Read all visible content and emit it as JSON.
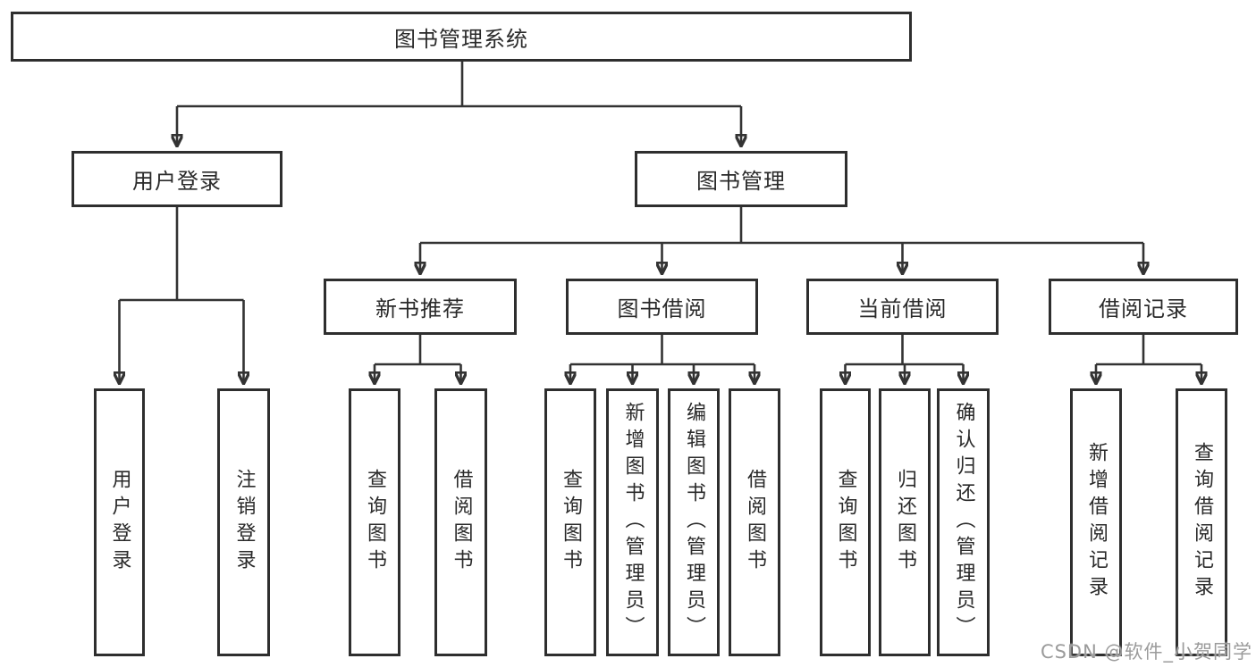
{
  "diagram": {
    "root": {
      "label": "图书管理系统"
    },
    "branches": [
      {
        "label": "用户登录",
        "children": [
          {
            "label": "用户登录"
          },
          {
            "label": "注销登录"
          }
        ]
      },
      {
        "label": "图书管理",
        "children": [
          {
            "label": "新书推荐",
            "children": [
              {
                "label": "查询图书"
              },
              {
                "label": "借阅图书"
              }
            ]
          },
          {
            "label": "图书借阅",
            "children": [
              {
                "label": "查询图书"
              },
              {
                "label": "新增图书（管理员）"
              },
              {
                "label": "编辑图书（管理员）"
              },
              {
                "label": "借阅图书"
              }
            ]
          },
          {
            "label": "当前借阅",
            "children": [
              {
                "label": "查询图书"
              },
              {
                "label": "归还图书"
              },
              {
                "label": "确认归还（管理员）"
              }
            ]
          },
          {
            "label": "借阅记录",
            "children": [
              {
                "label": "新增借阅记录"
              },
              {
                "label": "查询借阅记录"
              }
            ]
          }
        ]
      }
    ]
  },
  "watermark": {
    "text": "CSDN @软件_小贺同学"
  },
  "colors": {
    "line": "#333333",
    "box_border": "#2e2e2e",
    "text": "#2a2a2a",
    "watermark_text": "#9b9b9b",
    "background": "#ffffff"
  }
}
